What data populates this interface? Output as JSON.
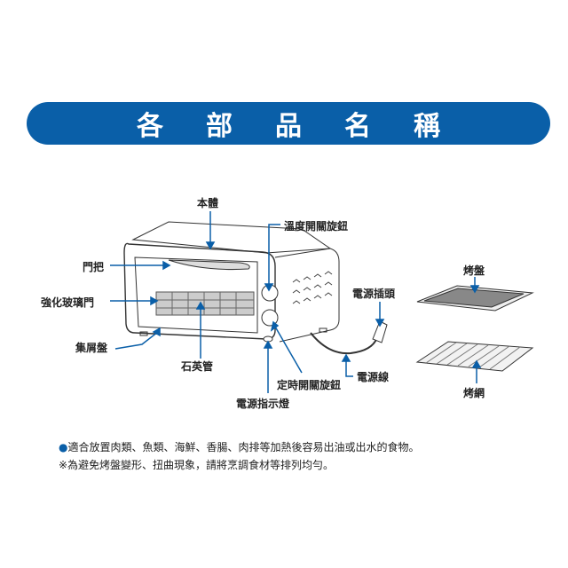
{
  "header": {
    "title": "各部品名稱",
    "color": "#0a5fa8"
  },
  "labels": {
    "body": "本體",
    "temp_knob": "溫度開關旋鈕",
    "door_handle": "門把",
    "glass_door": "強化玻璃門",
    "power_plug": "電源插頭",
    "crumb_tray": "集屑盤",
    "quartz_tube": "石英管",
    "power_cord": "電源線",
    "timer_knob": "定時開關旋鈕",
    "power_light": "電源指示燈",
    "baking_tray": "烤盤",
    "baking_rack": "烤網"
  },
  "notes": {
    "bullet": "●",
    "line1": "適合放置肉類、魚類、海鮮、香腸、肉排等加熱後容易出油或出水的食物。",
    "line2": "※為避免烤盤變形、扭曲現象，請將烹調食材等排列均勻。"
  }
}
